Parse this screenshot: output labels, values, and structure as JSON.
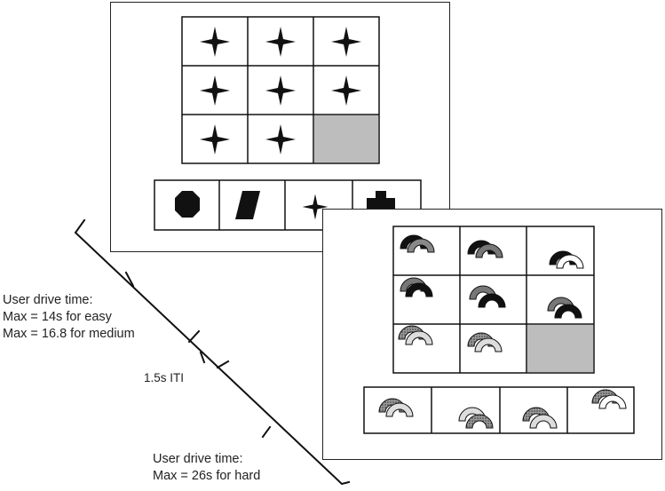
{
  "trial_easy": {
    "matrix": [
      "star",
      "star",
      "star",
      "star",
      "star",
      "star",
      "star",
      "star",
      "missing"
    ],
    "options": [
      "octagon",
      "parallelogram",
      "star",
      "cross-block"
    ]
  },
  "trial_hard": {
    "matrix": [
      "rainbow-dark",
      "rainbow-dark",
      "rainbow-dark",
      "rainbow-dark",
      "rainbow-dark",
      "rainbow-dark",
      "rainbow-light",
      "rainbow-light",
      "missing"
    ],
    "options": [
      "rainbow-light",
      "rainbow-light",
      "rainbow-light",
      "rainbow-light"
    ]
  },
  "timeline": {
    "drive_easy_medium": {
      "line1": "User drive time:",
      "line2": "Max = 14s for easy",
      "line3": "Max = 16.8 for medium"
    },
    "iti": "1.5s ITI",
    "drive_hard": {
      "line1": "User drive time:",
      "line2": "Max = 26s for hard"
    }
  },
  "colors": {
    "missing_cell": "#bdbdbd",
    "ink": "#111111",
    "mid_gray": "#777777",
    "light_gray": "#d6d6d6"
  }
}
